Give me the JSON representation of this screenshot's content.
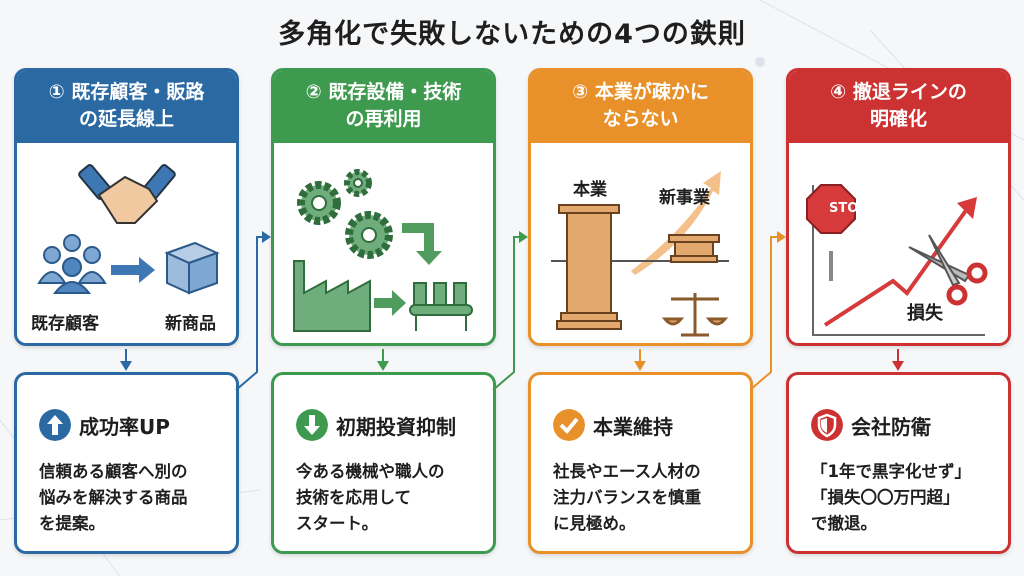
{
  "title": "多角化で失敗しないための4つの鉄則",
  "colors": {
    "blue": "#2b69a3",
    "green": "#3e9a4f",
    "orange": "#e8902a",
    "red": "#cc3232"
  },
  "rules": [
    {
      "heading_line1": "① 既存顧客・販路",
      "heading_line2": "の延長線上",
      "labels": [
        "既存顧客",
        "新商品"
      ],
      "icon": "up-arrow-icon",
      "result": "成功率UP",
      "desc": "信頼ある顧客へ別の\n悩みを解決する商品\nを提案。"
    },
    {
      "heading_line1": "② 既存設備・技術",
      "heading_line2": "の再利用",
      "labels": [],
      "icon": "down-arrow-icon",
      "result": "初期投資抑制",
      "desc": "今ある機械や職人の\n技術を応用して\nスタート。"
    },
    {
      "heading_line1": "③ 本業が疎かに",
      "heading_line2": "ならない",
      "labels": [
        "本業",
        "新事業"
      ],
      "icon": "check-icon",
      "result": "本業維持",
      "desc": "社長やエース人材の\n注力バランスを慎重\nに見極め。"
    },
    {
      "heading_line1": "④ 撤退ラインの",
      "heading_line2": "明確化",
      "labels": [
        "STOP",
        "損失"
      ],
      "icon": "shield-icon",
      "result": "会社防衛",
      "desc": "「1年で黒字化せず」\n「損失〇〇万円超」\nで撤退。"
    }
  ]
}
